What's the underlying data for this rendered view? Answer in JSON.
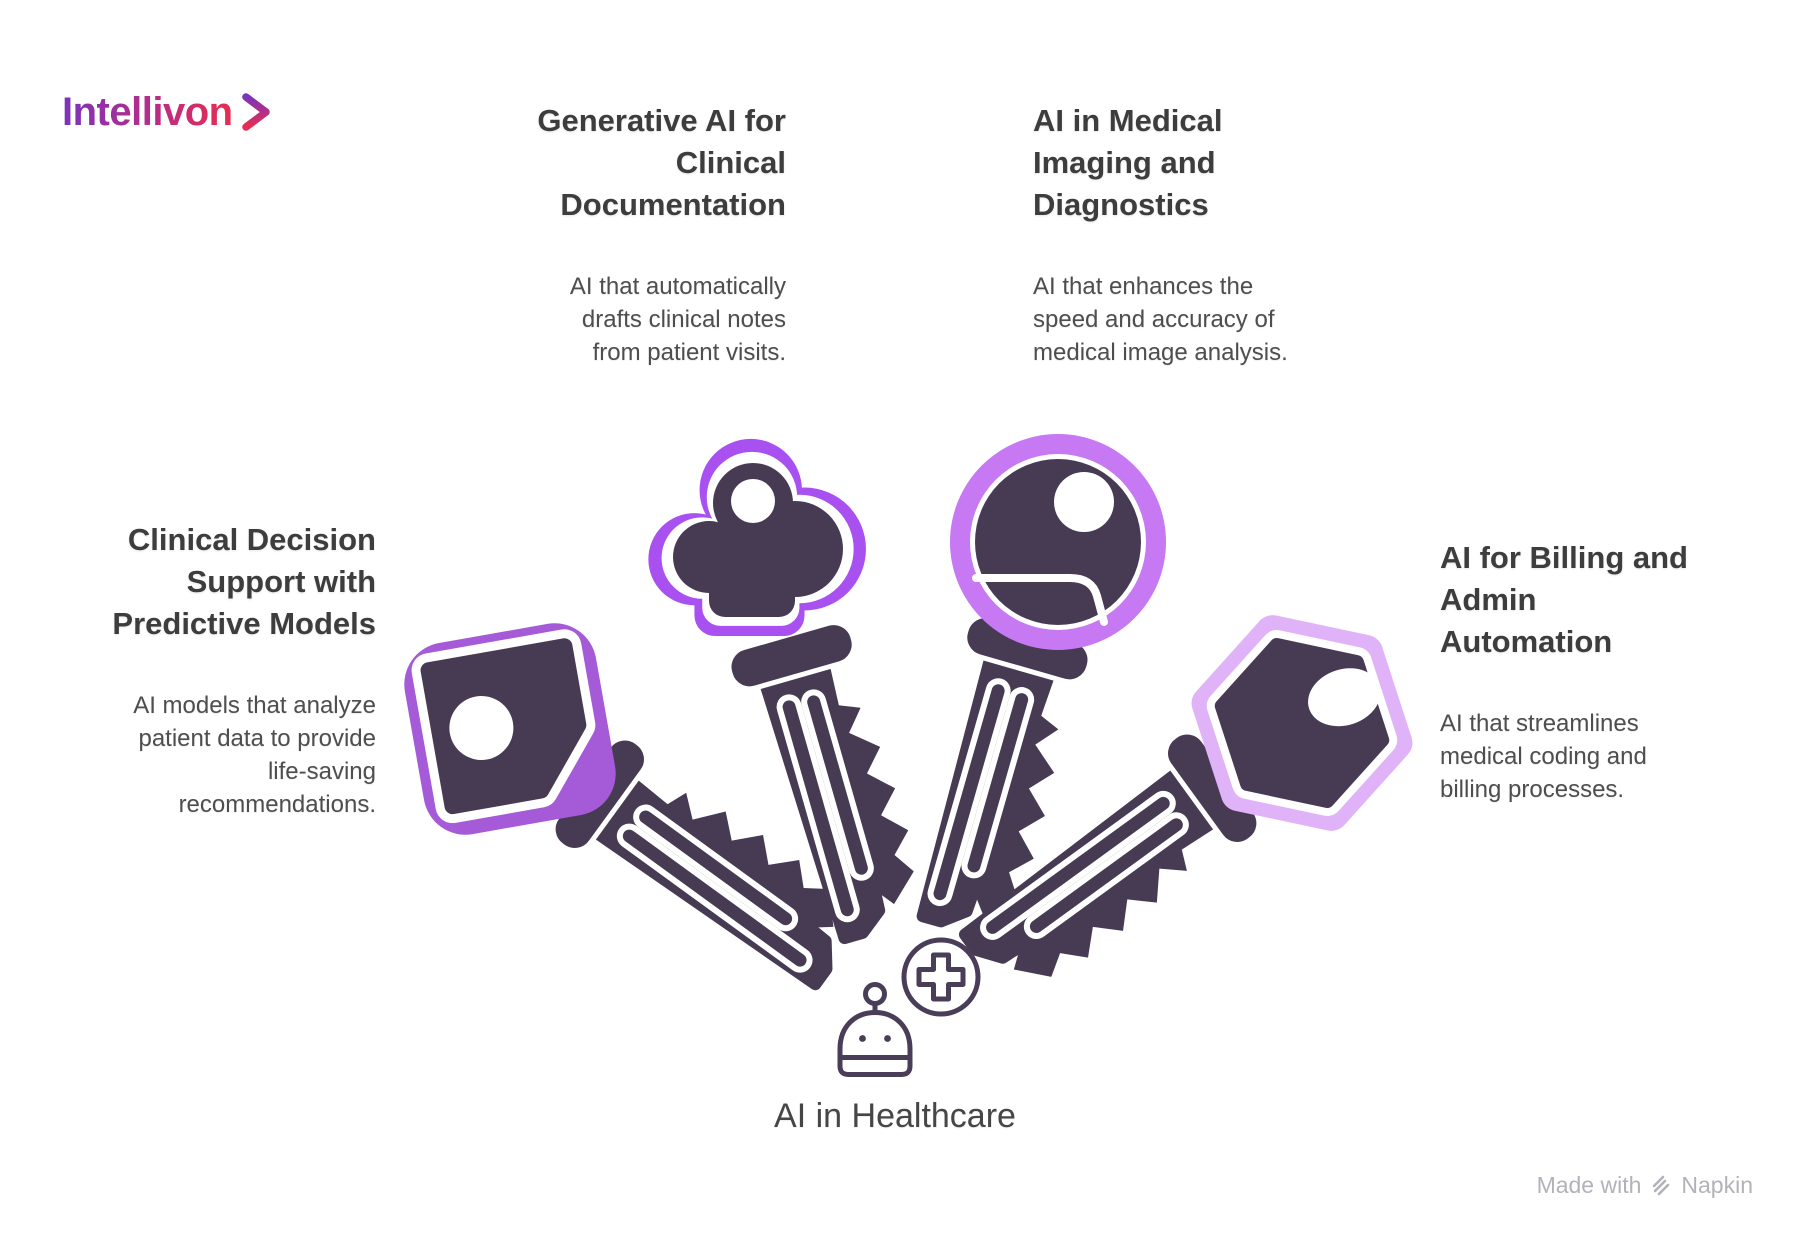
{
  "brand": {
    "name": "Intellivon"
  },
  "cards": [
    {
      "id": "clinical-decision-support",
      "title": [
        "Clinical Decision",
        "Support with",
        "Predictive Models"
      ],
      "description": [
        "AI models that analyze",
        "patient data to provide",
        "life-saving",
        "recommendations."
      ],
      "key_shape": "rounded-square-key",
      "accent": "#A55AD8"
    },
    {
      "id": "generative-ai-clinical-documentation",
      "title": [
        "Generative AI for",
        "Clinical",
        "Documentation"
      ],
      "description": [
        "AI that automatically",
        "drafts clinical notes",
        "from patient visits."
      ],
      "key_shape": "cloud-key",
      "accent": "#A851F0"
    },
    {
      "id": "ai-medical-imaging-diagnostics",
      "title": [
        "AI in Medical",
        "Imaging and",
        "Diagnostics"
      ],
      "description": [
        "AI that enhances the",
        "speed and accuracy of",
        "medical image analysis."
      ],
      "key_shape": "round-key",
      "accent": "#C779F3"
    },
    {
      "id": "ai-billing-admin-automation",
      "title": [
        "AI for Billing and",
        "Admin",
        "Automation"
      ],
      "description": [
        "AI that streamlines",
        "medical coding and",
        "billing processes."
      ],
      "key_shape": "hexagon-key",
      "accent": "#E0B3F8"
    }
  ],
  "center": {
    "label": "AI in Healthcare"
  },
  "watermark": {
    "prefix": "Made with",
    "brand": "Napkin"
  },
  "colors": {
    "key_dark": "#473B54",
    "icon_dark": "#4A3D57",
    "title_text": "#3D3D3D",
    "body_text": "#4E4E4E",
    "center_text": "#464646",
    "watermark_text": "#B2B2B9",
    "logo_purple": "#7C33BB",
    "logo_magenta": "#BA2C86",
    "logo_red": "#E82D4F"
  }
}
